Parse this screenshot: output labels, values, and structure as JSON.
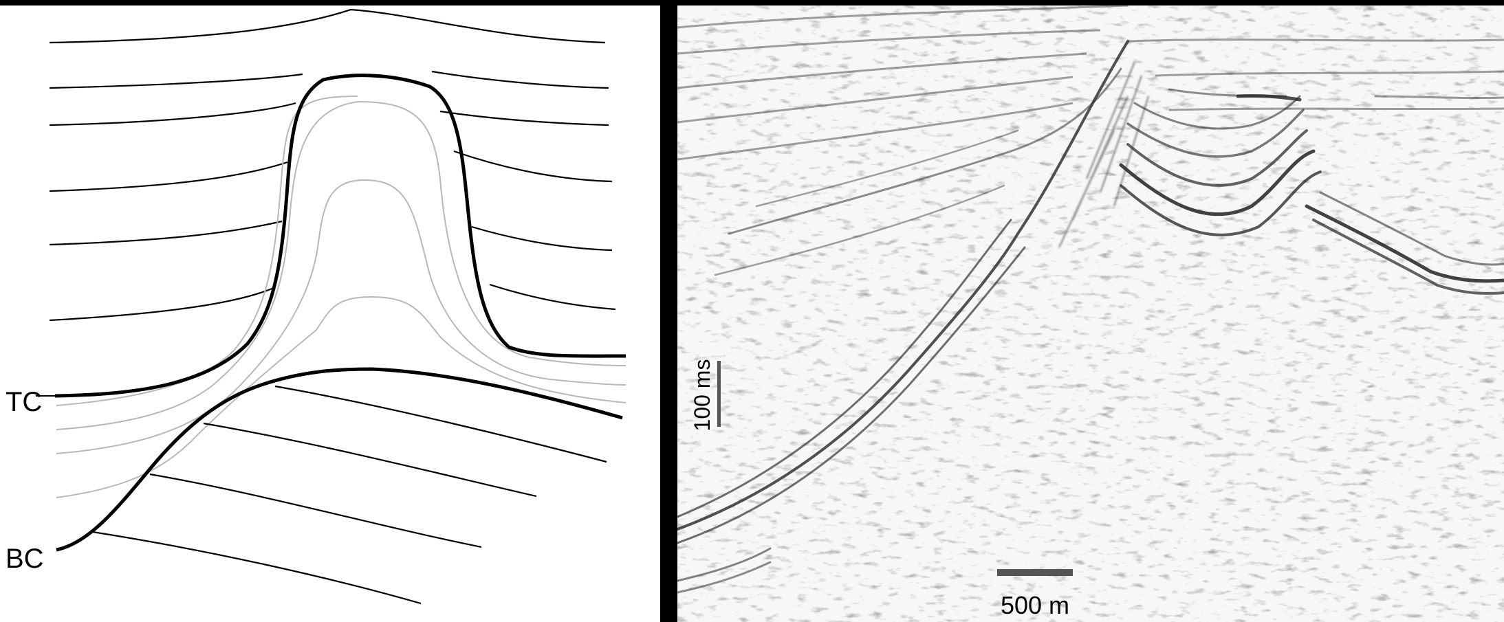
{
  "left_panel": {
    "labels": {
      "top_contact": "TC",
      "bottom_contact": "BC"
    }
  },
  "right_panel": {
    "vertical_scale_label": "100 ms",
    "horizontal_scale_label": "500 m",
    "colors": {
      "scale_bar": "#555555",
      "reflector": "#333333"
    }
  },
  "colors": {
    "background": "#000000",
    "panel": "#ffffff",
    "line": "#000000",
    "faint_line": "#b8b8b8"
  }
}
